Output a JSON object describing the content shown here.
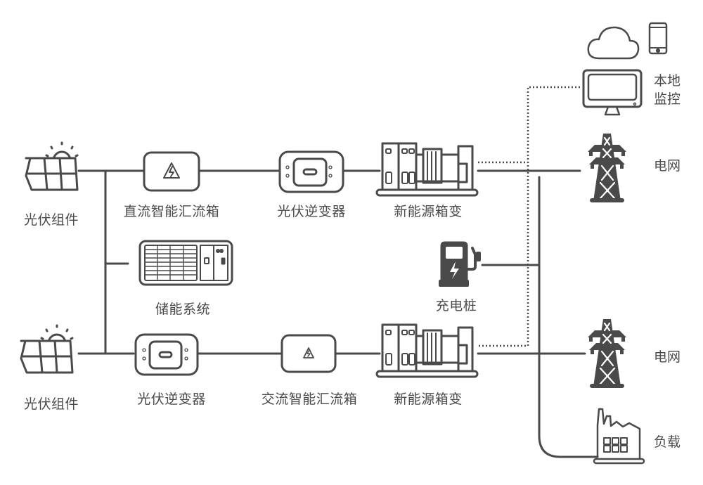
{
  "diagram": {
    "title": "",
    "nodes": {
      "pv_module_top": {
        "label": "光伏组件",
        "icon": "solar-panel-icon"
      },
      "dc_combiner": {
        "label": "直流智能汇流箱",
        "icon": "combiner-box-icon"
      },
      "pv_inverter_top": {
        "label": "光伏逆变器",
        "icon": "inverter-icon"
      },
      "transformer_top": {
        "label": "新能源箱变",
        "icon": "transformer-substation-icon"
      },
      "storage": {
        "label": "储能系统",
        "icon": "energy-storage-icon"
      },
      "charger": {
        "label": "充电桩",
        "icon": "ev-charger-icon"
      },
      "pv_module_bottom": {
        "label": "光伏组件",
        "icon": "solar-panel-icon"
      },
      "pv_inverter_bottom": {
        "label": "光伏逆变器",
        "icon": "inverter-icon"
      },
      "ac_combiner": {
        "label": "交流智能汇流箱",
        "icon": "combiner-box-icon"
      },
      "transformer_bottom": {
        "label": "新能源箱变",
        "icon": "transformer-substation-icon"
      },
      "cloud": {
        "label": "",
        "icon": "cloud-icon"
      },
      "phone": {
        "label": "",
        "icon": "smartphone-icon"
      },
      "monitor": {
        "label_line1": "本地",
        "label_line2": "监控",
        "icon": "monitor-icon"
      },
      "grid_top": {
        "label": "电网",
        "icon": "power-tower-icon"
      },
      "grid_bottom": {
        "label": "电网",
        "icon": "power-tower-icon"
      },
      "load": {
        "label": "负载",
        "icon": "factory-icon"
      }
    },
    "edges": [
      {
        "from": "pv_module_top",
        "to": "dc_combiner",
        "style": "solid"
      },
      {
        "from": "dc_combiner",
        "to": "pv_inverter_top",
        "style": "solid"
      },
      {
        "from": "pv_inverter_top",
        "to": "transformer_top",
        "style": "solid"
      },
      {
        "from": "transformer_top",
        "to": "grid_top",
        "style": "solid"
      },
      {
        "from": "pv_module_top",
        "to": "storage",
        "style": "solid"
      },
      {
        "from": "pv_module_top",
        "to": "pv_inverter_bottom",
        "style": "solid"
      },
      {
        "from": "pv_module_bottom",
        "to": "pv_inverter_bottom",
        "style": "solid"
      },
      {
        "from": "pv_inverter_bottom",
        "to": "ac_combiner",
        "style": "solid"
      },
      {
        "from": "ac_combiner",
        "to": "transformer_bottom",
        "style": "solid"
      },
      {
        "from": "transformer_bottom",
        "to": "grid_bottom",
        "style": "solid"
      },
      {
        "from": "charger",
        "to": "ac-bus",
        "style": "solid"
      },
      {
        "from": "ac-bus",
        "to": "load",
        "style": "solid"
      },
      {
        "from": "transformer_top",
        "to": "monitor",
        "style": "dotted"
      },
      {
        "from": "transformer_bottom",
        "to": "monitor",
        "style": "dotted"
      }
    ],
    "colors": {
      "stroke": "#4a4a4a",
      "text": "#4a4a4a",
      "background": "#ffffff"
    }
  }
}
